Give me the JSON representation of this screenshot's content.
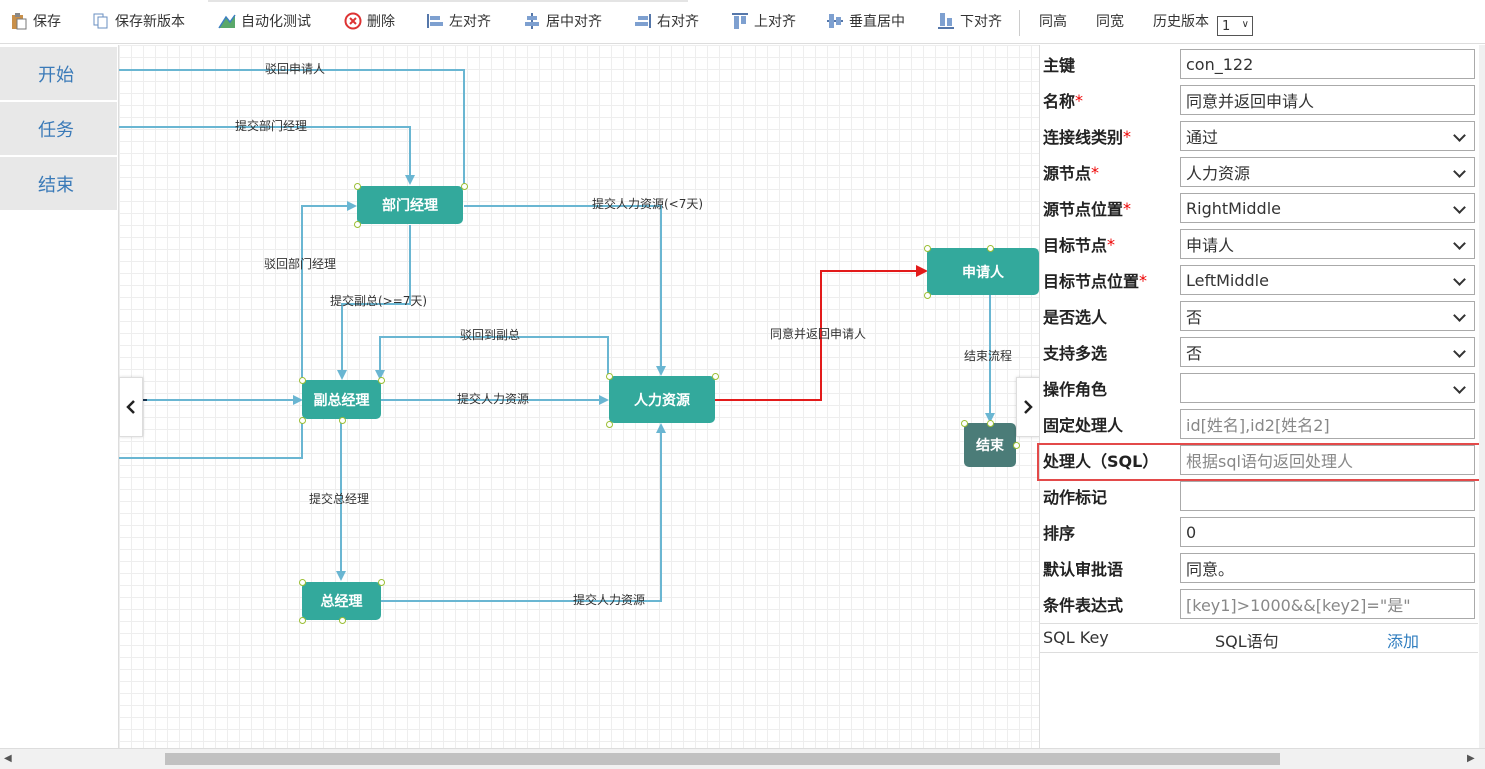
{
  "toolbar": {
    "save": "保存",
    "save_new_version": "保存新版本",
    "auto_test": "自动化测试",
    "delete": "删除",
    "align_left": "左对齐",
    "align_center": "居中对齐",
    "align_right": "右对齐",
    "align_top": "上对齐",
    "align_middle": "垂直居中",
    "align_bottom": "下对齐",
    "same_height": "同高",
    "same_width": "同宽",
    "history_version": "历史版本",
    "history_value": "1"
  },
  "palette": {
    "items": [
      "开始",
      "任务",
      "结束"
    ]
  },
  "flow": {
    "nodes": {
      "dept_manager": "部门经理",
      "vice_manager": "副总经理",
      "general_manager": "总经理",
      "hr": "人力资源",
      "applicant": "申请人",
      "end": "结束"
    },
    "edges": {
      "reject_applicant": "驳回申请人",
      "submit_dept": "提交部门经理",
      "submit_hr_lt7": "提交人力资源(<7天)",
      "reject_dept": "驳回部门经理",
      "submit_vice_ge7": "提交副总(>=7天)",
      "reject_vice": "驳回到副总",
      "agree_return": "同意并返回申请人",
      "end_flow": "结束流程",
      "submit_hr_vice": "提交人力资源",
      "submit_gm": "提交总经理",
      "submit_hr_gm": "提交人力资源"
    },
    "colors": {
      "node": "#33a99c",
      "end_node": "#4b7c78",
      "wire": "#6ab6d2",
      "selected_wire": "#e31b1b"
    }
  },
  "props": {
    "key": {
      "label": "主键",
      "value": "con_122"
    },
    "name": {
      "label": "名称",
      "value": "同意并返回申请人"
    },
    "line_type": {
      "label": "连接线类别",
      "value": "通过"
    },
    "source_node": {
      "label": "源节点",
      "value": "人力资源"
    },
    "source_pos": {
      "label": "源节点位置",
      "value": "RightMiddle"
    },
    "target_node": {
      "label": "目标节点",
      "value": "申请人"
    },
    "target_pos": {
      "label": "目标节点位置",
      "value": "LeftMiddle"
    },
    "select_person": {
      "label": "是否选人",
      "value": "否"
    },
    "multi_select": {
      "label": "支持多选",
      "value": "否"
    },
    "role": {
      "label": "操作角色",
      "value": ""
    },
    "fixed_handler": {
      "label": "固定处理人",
      "placeholder": "id[姓名],id2[姓名2]"
    },
    "sql_handler": {
      "label": "处理人（SQL）",
      "placeholder": "根据sql语句返回处理人"
    },
    "action_mark": {
      "label": "动作标记",
      "value": ""
    },
    "order": {
      "label": "排序",
      "value": "0"
    },
    "default_comment": {
      "label": "默认审批语",
      "value": "同意。"
    },
    "condition": {
      "label": "条件表达式",
      "placeholder": "[key1]>1000&&[key2]=\"是\""
    },
    "required_mark": "*",
    "sql_table": {
      "col_key": "SQL Key",
      "col_sql": "SQL语句",
      "add": "添加"
    }
  }
}
